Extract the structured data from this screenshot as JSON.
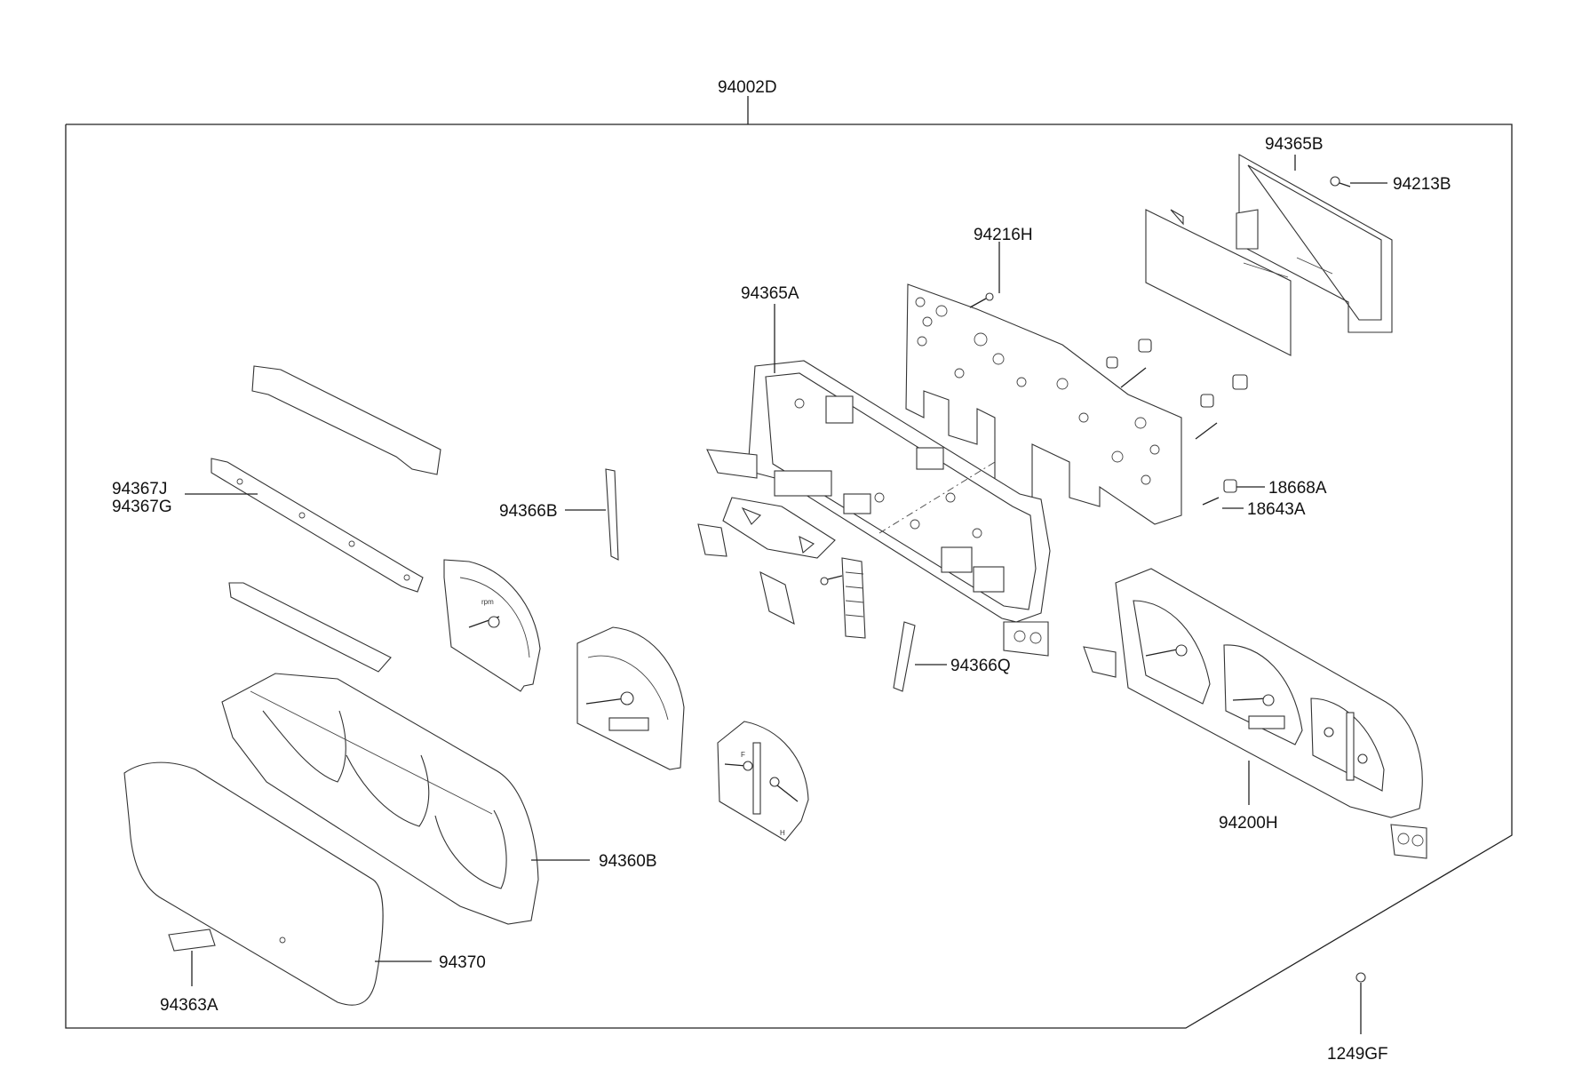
{
  "diagram": {
    "labels": {
      "assembly": "94002D",
      "p94365B": "94365B",
      "p94213B": "94213B",
      "p94216H": "94216H",
      "p94365A": "94365A",
      "p94367J": "94367J",
      "p94367G": "94367G",
      "p94366B": "94366B",
      "p18668A": "18668A",
      "p18643A": "18643A",
      "p94366Q": "94366Q",
      "p94200H": "94200H",
      "p94360B": "94360B",
      "p94370": "94370",
      "p94363A": "94363A",
      "p1249GF": "1249GF"
    },
    "dial_text": {
      "rpm": "rpm",
      "fuel_f": "F",
      "temp_h": "H"
    }
  }
}
